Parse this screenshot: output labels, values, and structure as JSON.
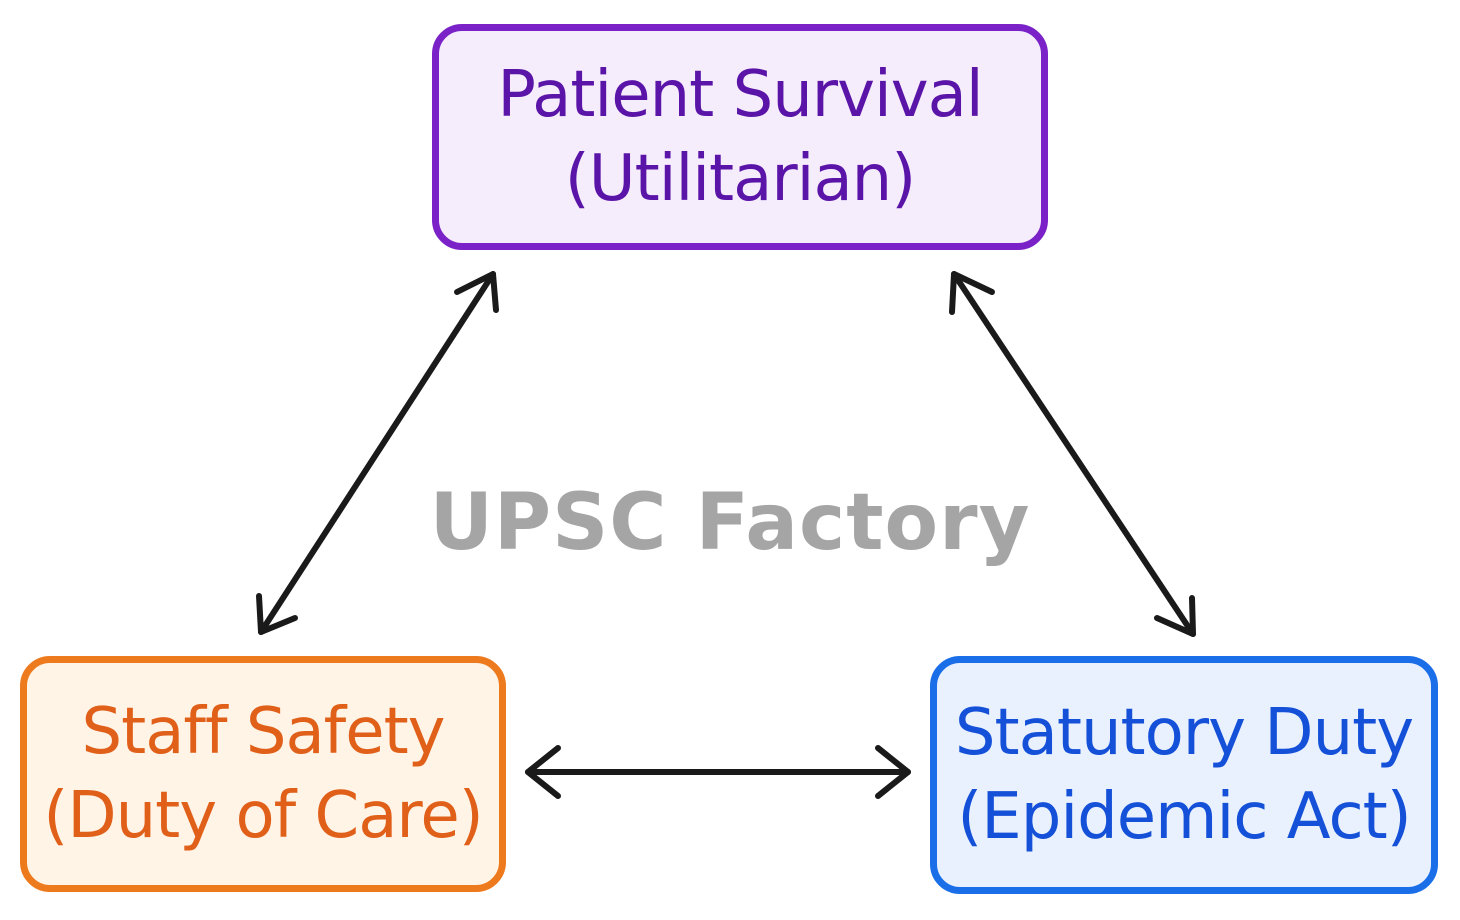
{
  "nodes": {
    "top": {
      "line1": "Patient Survival",
      "line2": "(Utilitarian)",
      "border_color": "#7a22c8",
      "fill_color": "#f5ecfc",
      "text_color": "#5a14a8"
    },
    "left": {
      "line1": "Staff Safety",
      "line2": "(Duty of Care)",
      "border_color": "#ee7a1e",
      "fill_color": "#fff4e6",
      "text_color": "#e0601a"
    },
    "right": {
      "line1": "Statutory Duty",
      "line2": "(Epidemic Act)",
      "border_color": "#1a6ee8",
      "fill_color": "#e9f1fe",
      "text_color": "#1450d8"
    }
  },
  "watermark": {
    "text": "UPSC Factory",
    "color": "#9c9c9c"
  },
  "connectors": [
    {
      "name": "arrow-top-left",
      "from": "top",
      "to": "left",
      "bidirectional": true
    },
    {
      "name": "arrow-top-right",
      "from": "top",
      "to": "right",
      "bidirectional": true
    },
    {
      "name": "arrow-left-right",
      "from": "left",
      "to": "right",
      "bidirectional": true
    }
  ],
  "arrow_color": "#1a1a1a"
}
